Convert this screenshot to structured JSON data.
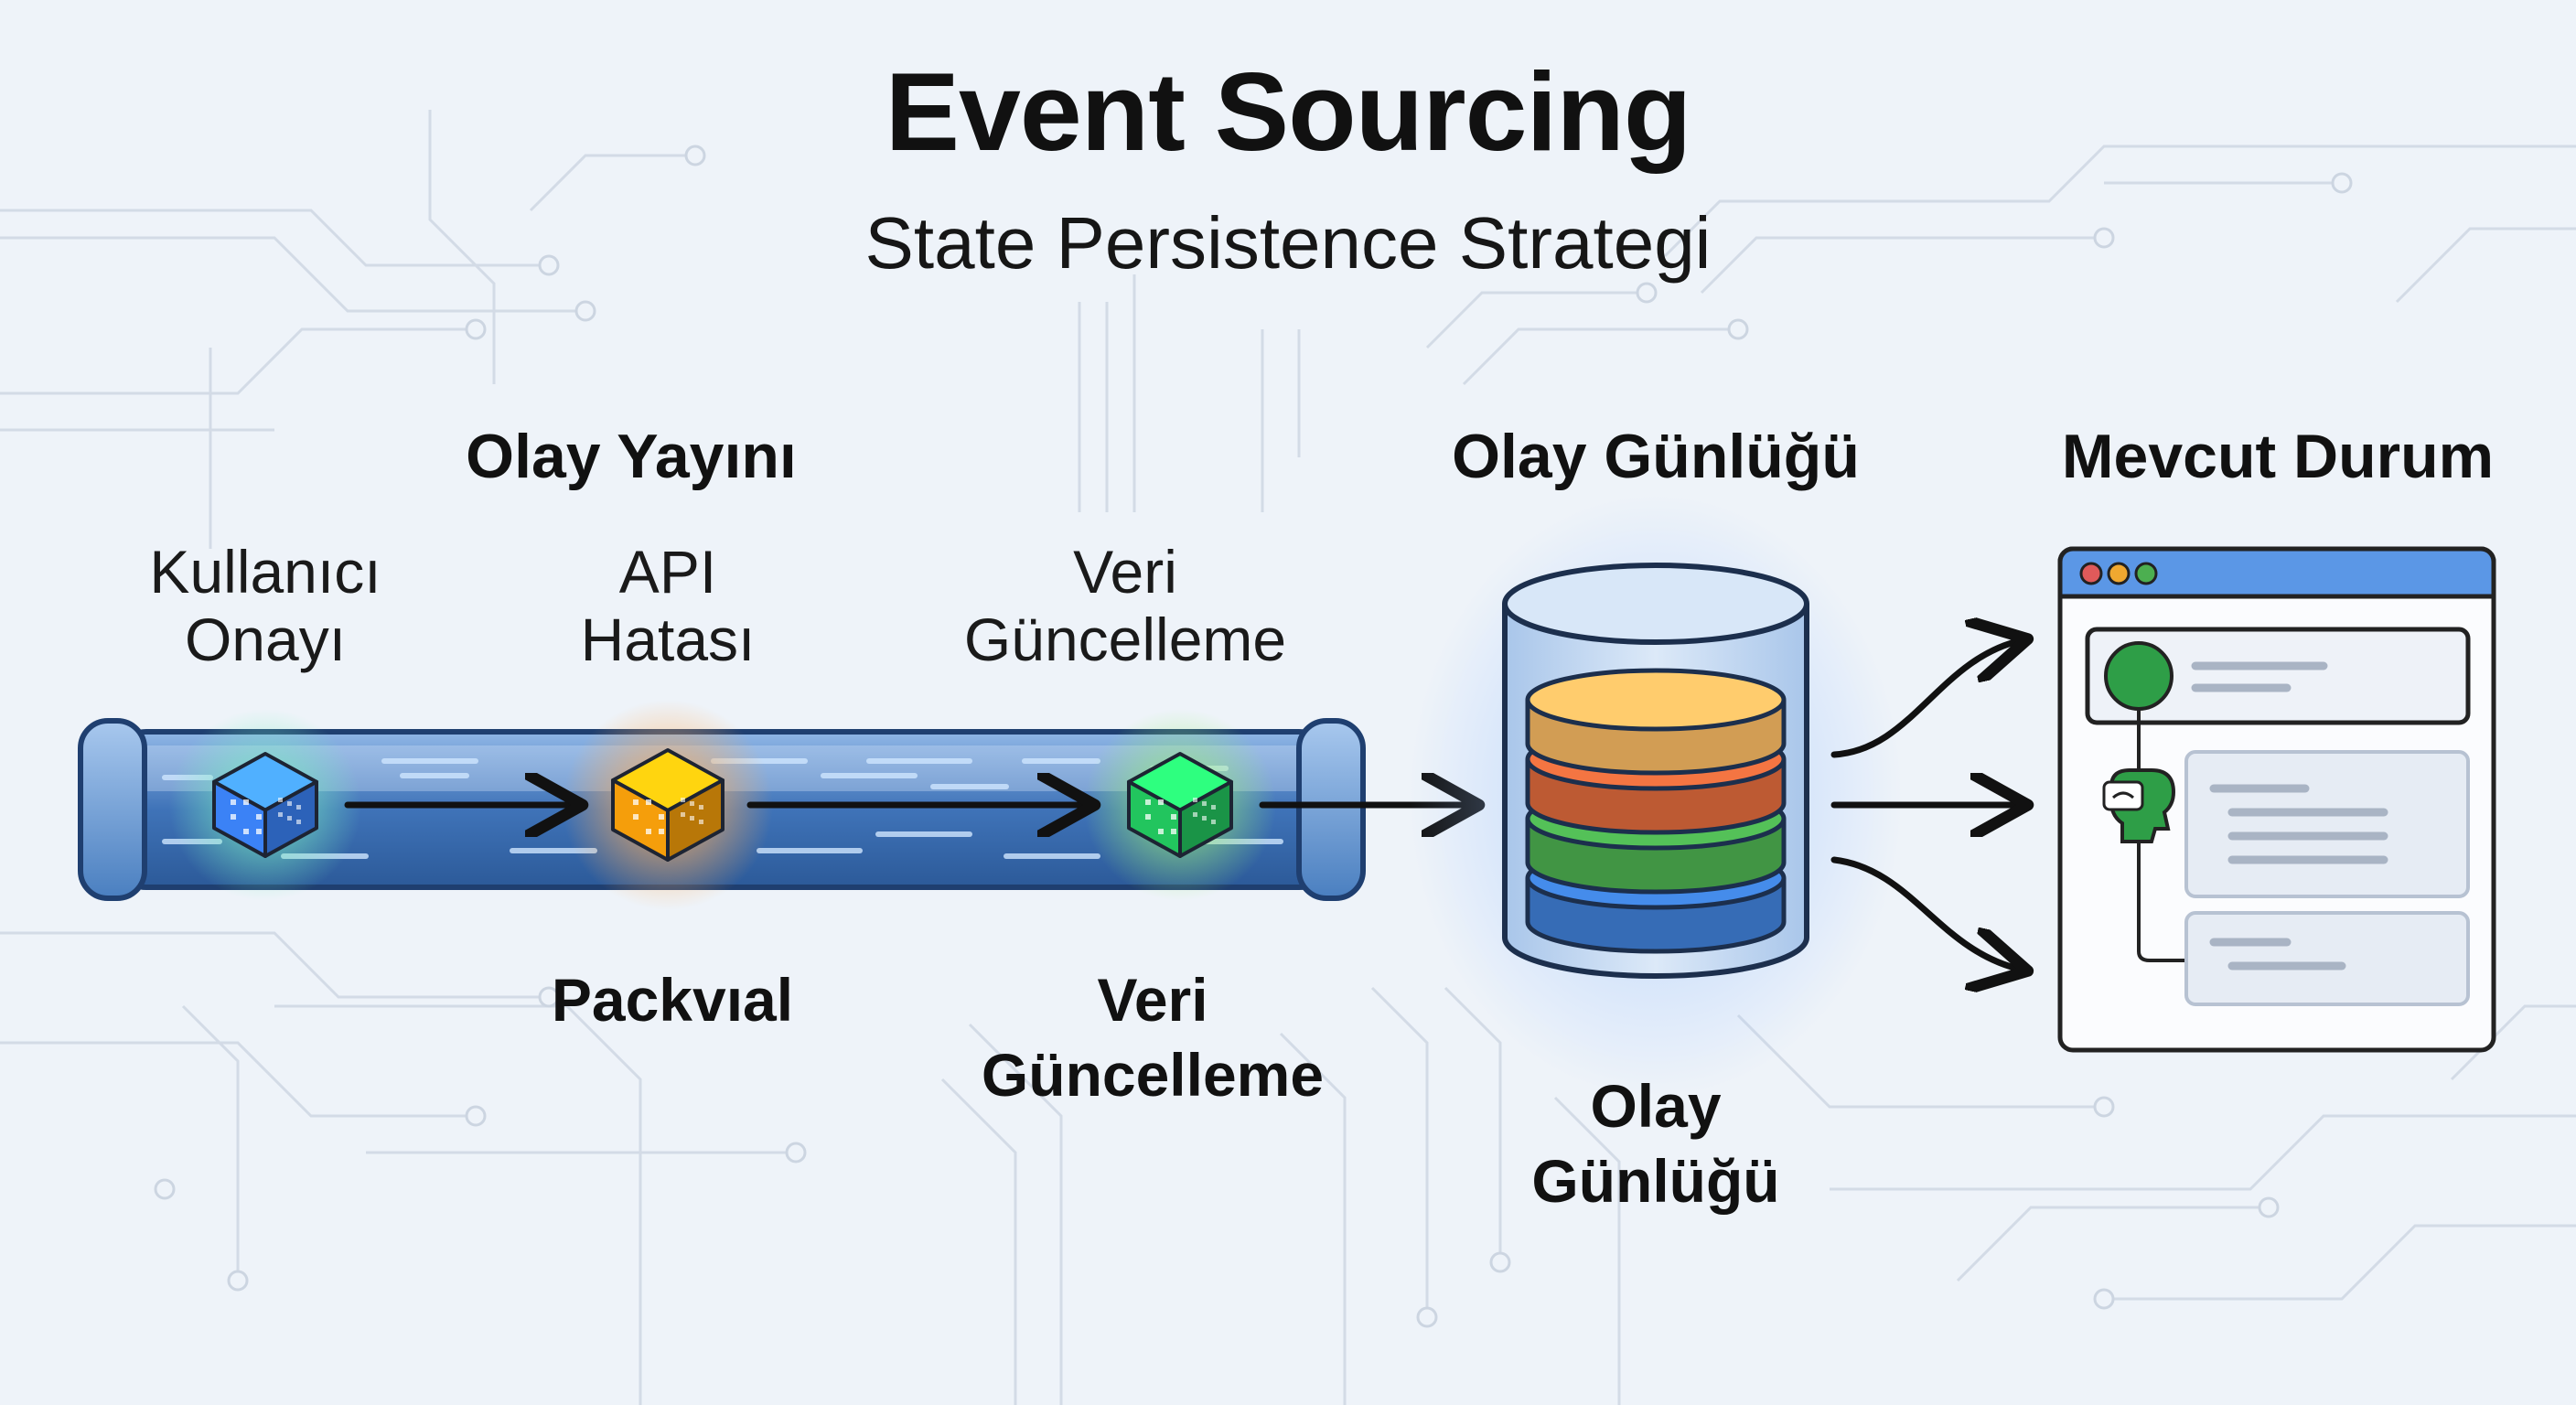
{
  "title": "Event Sourcing",
  "subtitle": "State Persistence Strategi",
  "sections": {
    "stream": "Olay Yayını",
    "log": "Olay Günlüğü",
    "state": "Mevcut Durum"
  },
  "events": [
    {
      "line1": "Kullanıcı",
      "line2": "Onayı",
      "color": "#3b82f6"
    },
    {
      "line1": "API",
      "line2": "Hatası",
      "color": "#f59e0b"
    },
    {
      "line1": "Veri",
      "line2": "Güncelleme",
      "color": "#22c55e"
    }
  ],
  "below_labels": {
    "packet": "Packvıal",
    "update_line1": "Veri",
    "update_line2": "Güncelleme",
    "log_line1": "Olay",
    "log_line2": "Günlüğü"
  },
  "colors": {
    "pipe": "#4a7fc0",
    "db_layers": [
      "#f7b963",
      "#de6a3c",
      "#4caf50",
      "#3f7fd6"
    ],
    "status_green": "#2e9e47",
    "window_dots": [
      "#e05a5a",
      "#f0a830",
      "#4caf50"
    ]
  }
}
